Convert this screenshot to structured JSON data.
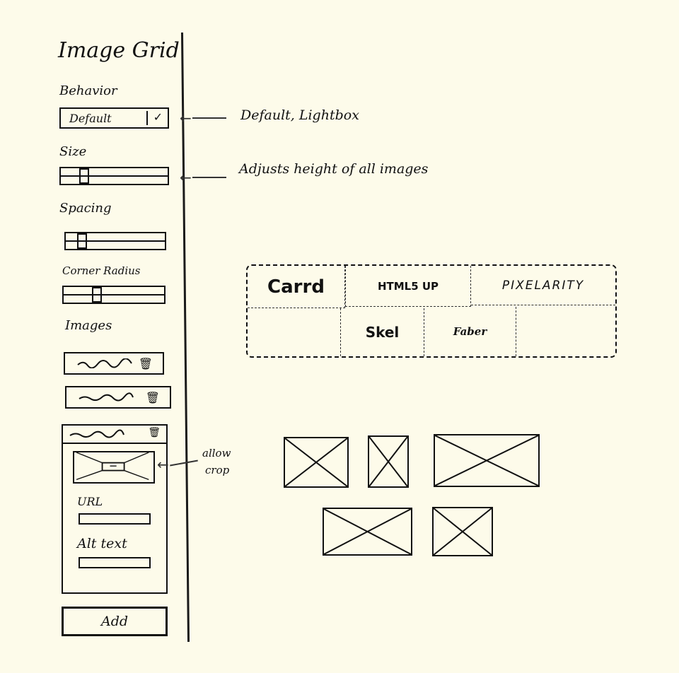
{
  "sidebar": {
    "title": "Image Grid",
    "behavior": {
      "label": "Behavior",
      "selected": "Default",
      "chevron": "✓"
    },
    "size": {
      "label": "Size",
      "value_pct": 20
    },
    "spacing": {
      "label": "Spacing",
      "value_pct": 10
    },
    "corner_radius": {
      "label": "Corner Radius",
      "value_pct": 30
    },
    "images": {
      "label": "Images",
      "items": [
        {
          "name": "image-1",
          "icon": "trash-icon"
        },
        {
          "name": "image-2",
          "icon": "trash-icon"
        }
      ],
      "expanded": {
        "icon": "trash-icon",
        "url_label": "URL",
        "url_value": "",
        "alt_label": "Alt text",
        "alt_value": ""
      }
    },
    "add_label": "Add"
  },
  "annotations": {
    "behavior_note": "Default, Lightbox",
    "size_note": "Adjusts height of all images",
    "crop_note_line1": "allow",
    "crop_note_line2": "crop"
  },
  "logo_grid": {
    "row1": [
      "Carrd",
      "HTML5 UP",
      "PIXELARITY"
    ],
    "row2": [
      "",
      "Skel",
      "Faber",
      ""
    ]
  },
  "image_grid": {
    "rows": [
      [
        {
          "w": 92,
          "h": 72
        },
        {
          "w": 58,
          "h": 74
        },
        {
          "w": 150,
          "h": 74
        }
      ],
      [
        {
          "w": 126,
          "h": 68
        },
        {
          "w": 86,
          "h": 70
        }
      ]
    ]
  }
}
